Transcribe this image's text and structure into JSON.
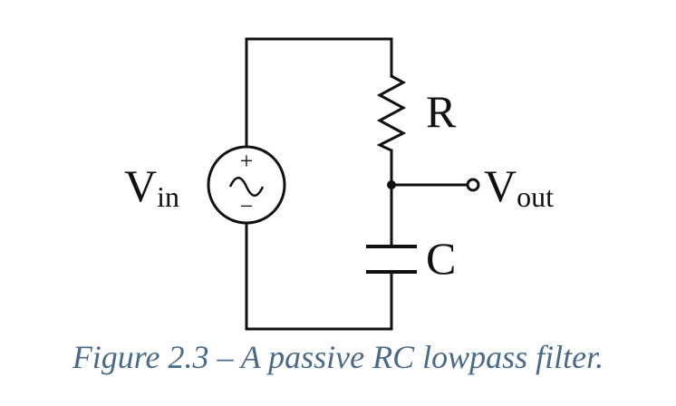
{
  "diagram": {
    "source_label": "V",
    "source_label_sub": "in",
    "source_plus": "+",
    "source_minus": "−",
    "resistor_label": "R",
    "capacitor_label": "C",
    "output_label": "V",
    "output_label_sub": "out",
    "caption": "Figure 2.3 – A passive RC lowpass filter."
  },
  "colors": {
    "wire": "#111111",
    "caption": "#4a6a8a"
  }
}
